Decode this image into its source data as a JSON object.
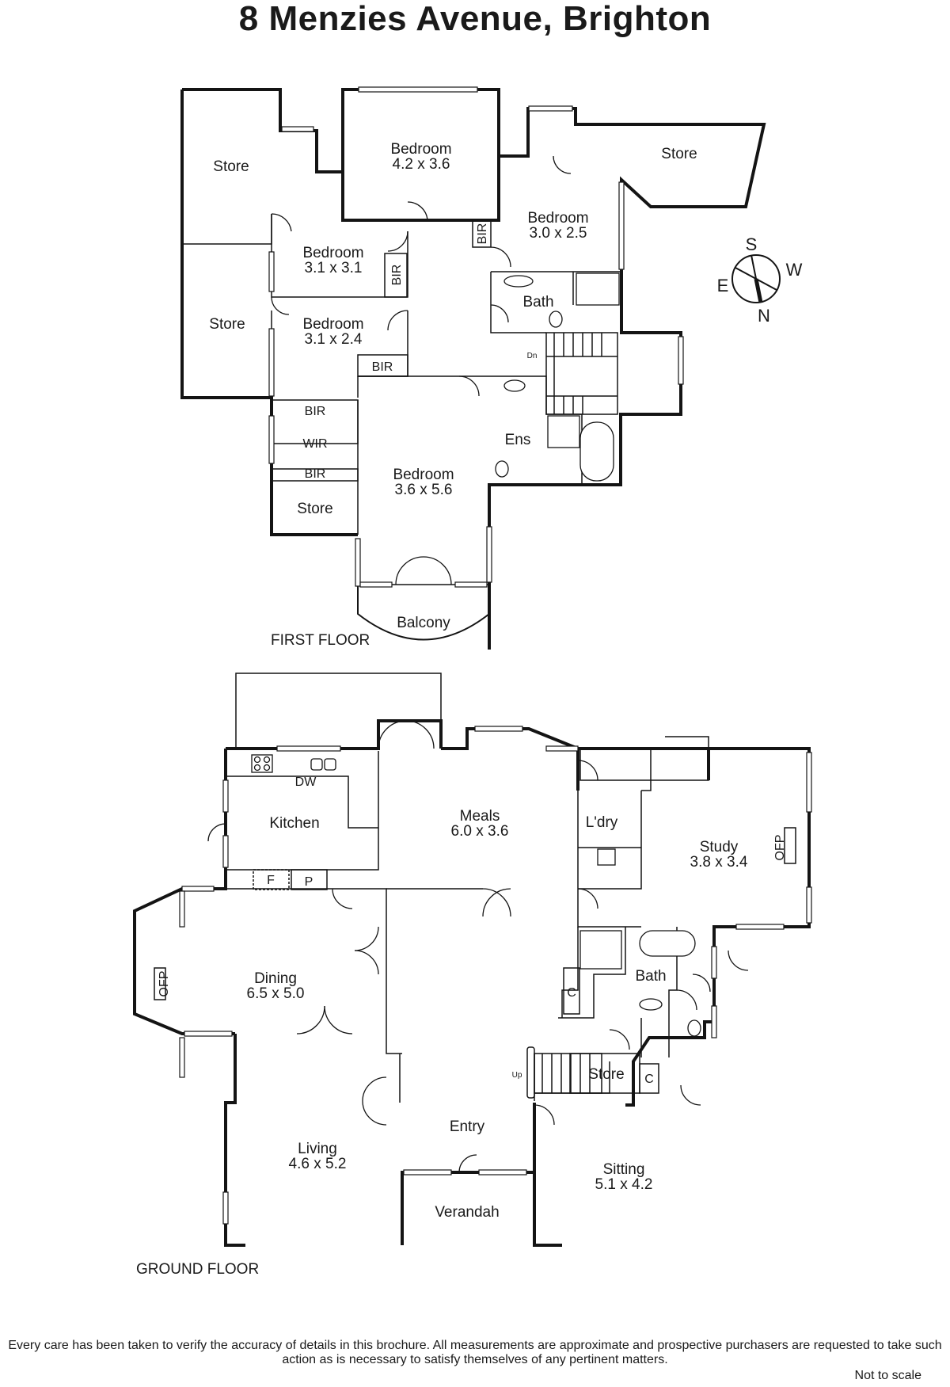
{
  "title": "8 Menzies Avenue, Brighton",
  "compass": {
    "north": "N",
    "south": "S",
    "east": "E",
    "west": "W"
  },
  "first_floor": {
    "label": "FIRST FLOOR",
    "rooms": {
      "store_nw": "Store",
      "store_w": "Store",
      "store_ne": "Store",
      "store_small": "Store",
      "bed_42_name": "Bedroom",
      "bed_42_size": "4.2 x 3.6",
      "bed_30_name": "Bedroom",
      "bed_30_size": "3.0 x 2.5",
      "bed_31_name": "Bedroom",
      "bed_31_size": "3.1 x 3.1",
      "bed_3124_name": "Bedroom",
      "bed_3124_size": "3.1 x 2.4",
      "bed_main_name": "Bedroom",
      "bed_main_size": "3.6 x 5.6",
      "bath": "Bath",
      "ens": "Ens",
      "balcony": "Balcony",
      "wir": "WIR",
      "bir": "BIR",
      "dn": "Dn"
    }
  },
  "ground_floor": {
    "label": "GROUND FLOOR",
    "rooms": {
      "kitchen": "Kitchen",
      "dw": "DW",
      "f": "F",
      "p": "P",
      "meals_name": "Meals",
      "meals_size": "6.0 x 3.6",
      "laundry": "L'dry",
      "study_name": "Study",
      "study_size": "3.8 x 3.4",
      "ofp": "OFP",
      "dining_name": "Dining",
      "dining_size": "6.5 x 5.0",
      "bath": "Bath",
      "c": "C",
      "store": "Store",
      "up": "Up",
      "entry": "Entry",
      "living_name": "Living",
      "living_size": "4.6 x 5.2",
      "verandah": "Verandah",
      "sitting_name": "Sitting",
      "sitting_size": "5.1 x 4.2"
    }
  },
  "disclaimer": "Every care has been taken to verify the accuracy of details in this brochure.  All measurements are approximate and prospective purchasers are requested to take such action as is necessary to satisfy themselves of any pertinent matters.",
  "scale_note": "Not to scale"
}
